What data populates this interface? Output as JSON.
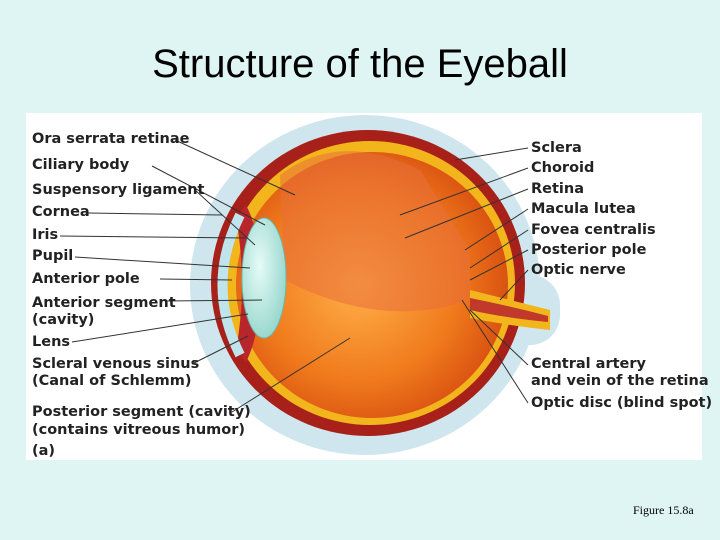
{
  "slide": {
    "title": "Structure of the Eyeball",
    "caption": "Figure 15.8a"
  },
  "diagram": {
    "left_labels": [
      "Ora serrata retinae",
      "Ciliary body",
      "Suspensory ligament",
      "Cornea",
      "Iris",
      "Pupil",
      "Anterior pole",
      "Anterior segment",
      "(cavity)",
      "Lens",
      "Scleral venous sinus",
      "(Canal of Schlemm)",
      "Posterior segment (cavity)",
      "(contains vitreous humor)",
      "(a)"
    ],
    "right_labels": [
      "Sclera",
      "Choroid",
      "Retina",
      "Macula lutea",
      "Fovea centralis",
      "Posterior pole",
      "Optic nerve",
      "Central artery",
      "and vein of the retina",
      "Optic disc (blind spot)"
    ]
  }
}
